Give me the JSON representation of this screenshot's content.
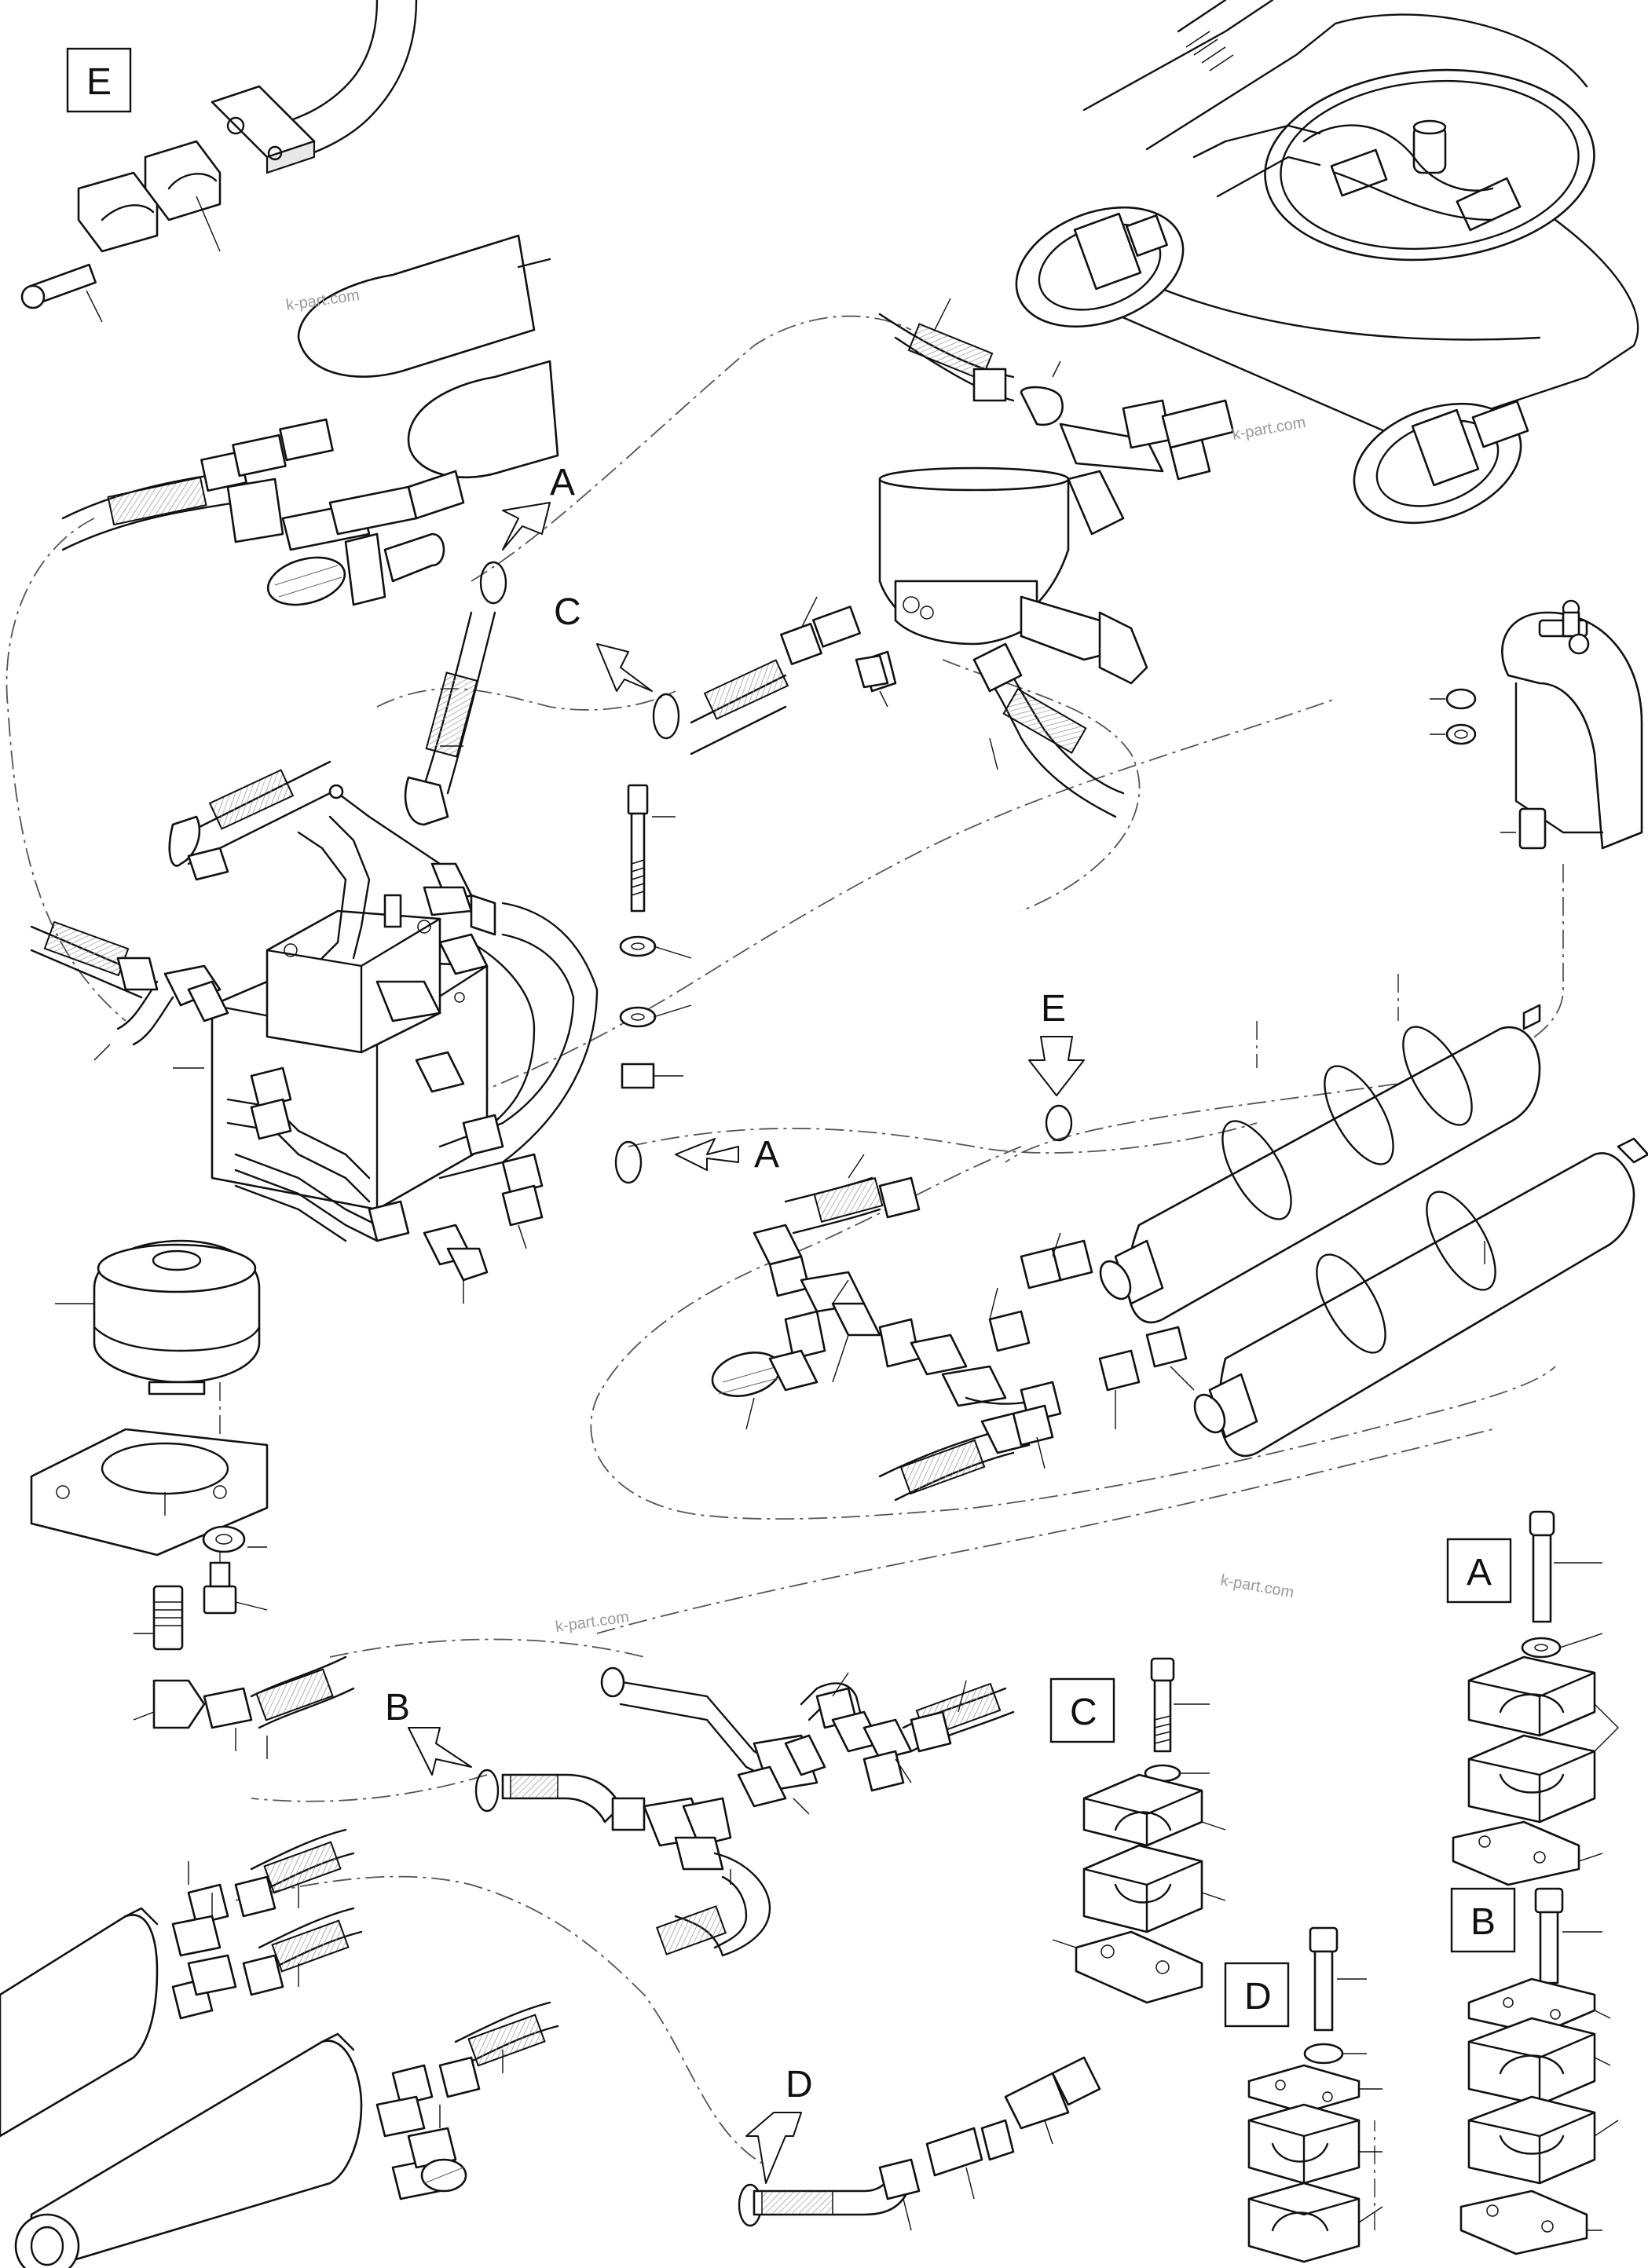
{
  "watermark": "k-part.com",
  "callouts": {
    "A": "A",
    "B": "B",
    "C": "C",
    "D": "D",
    "E": "E"
  },
  "view_labels": {
    "A_upper": "A",
    "A_lower": "A",
    "B": "B",
    "C": "C",
    "D": "D",
    "E": "E"
  }
}
